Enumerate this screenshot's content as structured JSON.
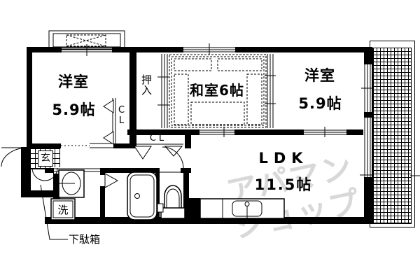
{
  "plan": {
    "rooms": {
      "yoshitsu_left_name": "洋室",
      "yoshitsu_left_size": "5.9帖",
      "washitsu_label": "和室6帖",
      "yoshitsu_right_name": "洋室",
      "yoshitsu_right_size": "5.9帖",
      "ldk_name": "LDK",
      "ldk_size": "11.5帖",
      "oshiire_label": "押入",
      "closet_upper_label": "CL",
      "closet_lower_label": "CL",
      "genkan_label": "玄",
      "laundry_label": "洗",
      "shoebox_label": "下駄箱"
    },
    "watermark": {
      "line1": "アパマン",
      "line2": "ショップ",
      "color": "#d8d8d8"
    },
    "colors": {
      "line": "#000000",
      "background": "#ffffff"
    }
  }
}
